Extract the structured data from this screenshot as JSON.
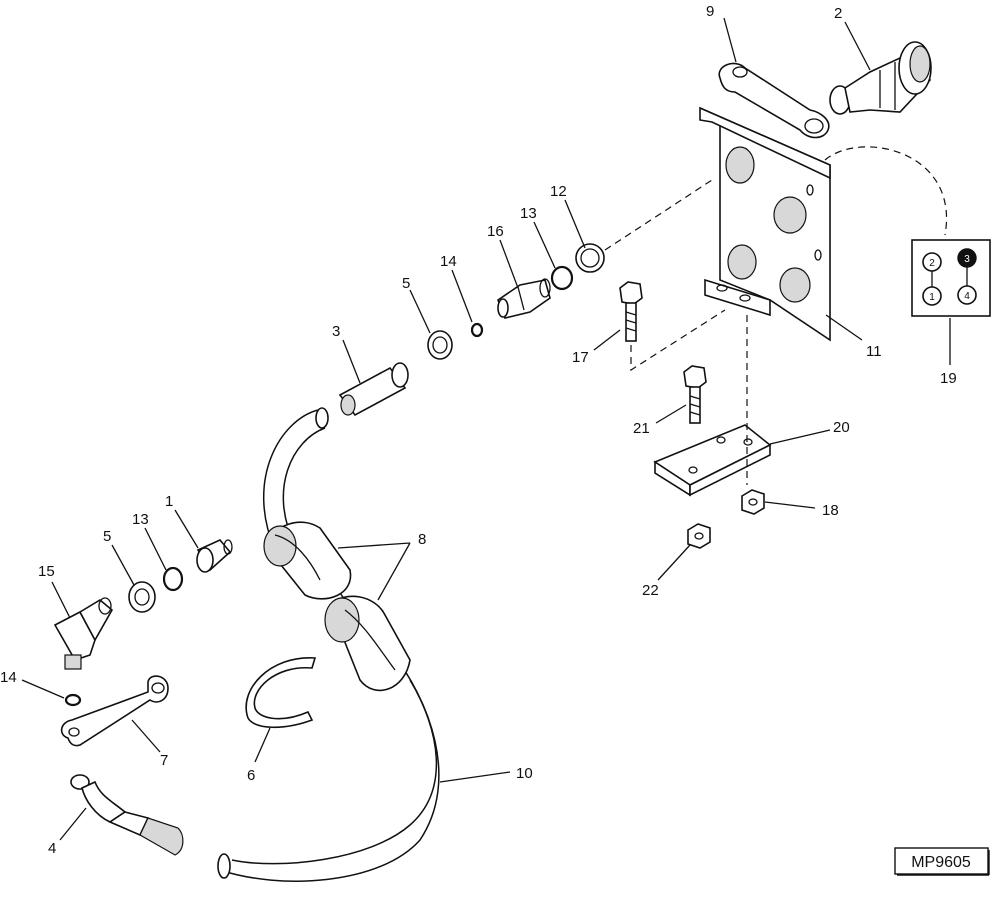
{
  "figure_code": "MP9605",
  "callouts": {
    "c1": "1",
    "c2": "2",
    "c3": "3",
    "c4": "4",
    "c5a": "5",
    "c5b": "5",
    "c6": "6",
    "c7": "7",
    "c8": "8",
    "c9": "9",
    "c10": "10",
    "c11": "11",
    "c12": "12",
    "c13a": "13",
    "c13b": "13",
    "c14a": "14",
    "c14b": "14",
    "c15": "15",
    "c16": "16",
    "c17": "17",
    "c18": "18",
    "c19": "19",
    "c20": "20",
    "c21": "21",
    "c22": "22"
  },
  "port_decal": {
    "p1": "2",
    "p2": "3",
    "p3": "1",
    "p4": "4"
  }
}
